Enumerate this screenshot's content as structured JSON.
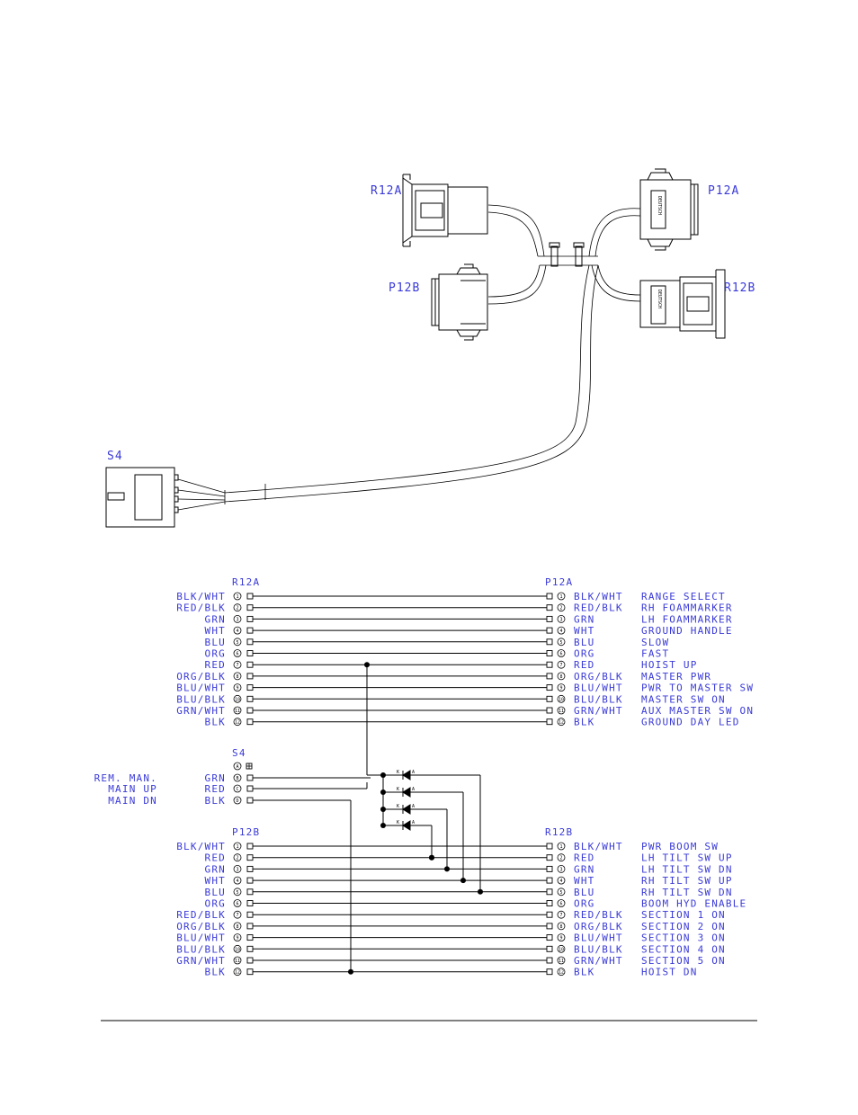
{
  "connectors": {
    "r12a_label": "R12A",
    "p12b_label": "P12B",
    "p12a_label": "P12A",
    "r12b_label": "R12B",
    "s4_label": "S4",
    "deutsch": "DEUTSCH"
  },
  "diagram": {
    "r12a_title": "R12A",
    "p12a_title": "P12A",
    "s4_title": "S4",
    "p12b_title": "P12B",
    "r12b_title": "R12B",
    "r12a_wires": [
      {
        "pin": "1",
        "left": "BLK/WHT",
        "right": "BLK/WHT",
        "function": "RANGE SELECT"
      },
      {
        "pin": "2",
        "left": "RED/BLK",
        "right": "RED/BLK",
        "function": "RH FOAMMARKER"
      },
      {
        "pin": "3",
        "left": "GRN",
        "right": "GRN",
        "function": "LH FOAMMARKER"
      },
      {
        "pin": "4",
        "left": "WHT",
        "right": "WHT",
        "function": "GROUND HANDLE"
      },
      {
        "pin": "5",
        "left": "BLU",
        "right": "BLU",
        "function": "SLOW"
      },
      {
        "pin": "6",
        "left": "ORG",
        "right": "ORG",
        "function": "FAST"
      },
      {
        "pin": "7",
        "left": "RED",
        "right": "RED",
        "function": "HOIST UP"
      },
      {
        "pin": "8",
        "left": "ORG/BLK",
        "right": "ORG/BLK",
        "function": "MASTER PWR"
      },
      {
        "pin": "9",
        "left": "BLU/WHT",
        "right": "BLU/WHT",
        "function": "PWR TO MASTER SW"
      },
      {
        "pin": "10",
        "left": "BLU/BLK",
        "right": "BLU/BLK",
        "function": "MASTER SW ON"
      },
      {
        "pin": "11",
        "left": "GRN/WHT",
        "right": "GRN/WHT",
        "function": "AUX MASTER SW ON"
      },
      {
        "pin": "12",
        "left": "BLK",
        "right": "BLK",
        "function": "GROUND DAY LED"
      }
    ],
    "s4_pins": [
      {
        "pin": "A",
        "left": "",
        "group": ""
      },
      {
        "pin": "B",
        "left": "GRN",
        "group": "REM. MAN."
      },
      {
        "pin": "C",
        "left": "RED",
        "group": "MAIN UP"
      },
      {
        "pin": "D",
        "left": "BLK",
        "group": "MAIN DN"
      }
    ],
    "p12b_wires": [
      {
        "pin": "1",
        "left": "BLK/WHT",
        "right": "BLK/WHT",
        "function": "PWR BOOM SW"
      },
      {
        "pin": "2",
        "left": "RED",
        "right": "RED",
        "function": "LH TILT SW UP"
      },
      {
        "pin": "3",
        "left": "GRN",
        "right": "GRN",
        "function": "LH TILT SW DN"
      },
      {
        "pin": "4",
        "left": "WHT",
        "right": "WHT",
        "function": "RH TILT SW UP"
      },
      {
        "pin": "5",
        "left": "BLU",
        "right": "BLU",
        "function": "RH TILT SW DN"
      },
      {
        "pin": "6",
        "left": "ORG",
        "right": "ORG",
        "function": "BOOM HYD ENABLE"
      },
      {
        "pin": "7",
        "left": "RED/BLK",
        "right": "RED/BLK",
        "function": "SECTION 1 ON"
      },
      {
        "pin": "8",
        "left": "ORG/BLK",
        "right": "ORG/BLK",
        "function": "SECTION 2 ON"
      },
      {
        "pin": "9",
        "left": "BLU/WHT",
        "right": "BLU/WHT",
        "function": "SECTION 3 ON"
      },
      {
        "pin": "10",
        "left": "BLU/BLK",
        "right": "BLU/BLK",
        "function": "SECTION 4 ON"
      },
      {
        "pin": "11",
        "left": "GRN/WHT",
        "right": "GRN/WHT",
        "function": "SECTION 5 ON"
      },
      {
        "pin": "12",
        "left": "BLK",
        "right": "BLK",
        "function": "HOIST DN"
      }
    ],
    "diode_labels": [
      "K",
      "K",
      "K",
      "K"
    ],
    "diode_anode_mark": "A"
  },
  "colors": {
    "label": "#3a3ad8",
    "line": "#000000"
  }
}
